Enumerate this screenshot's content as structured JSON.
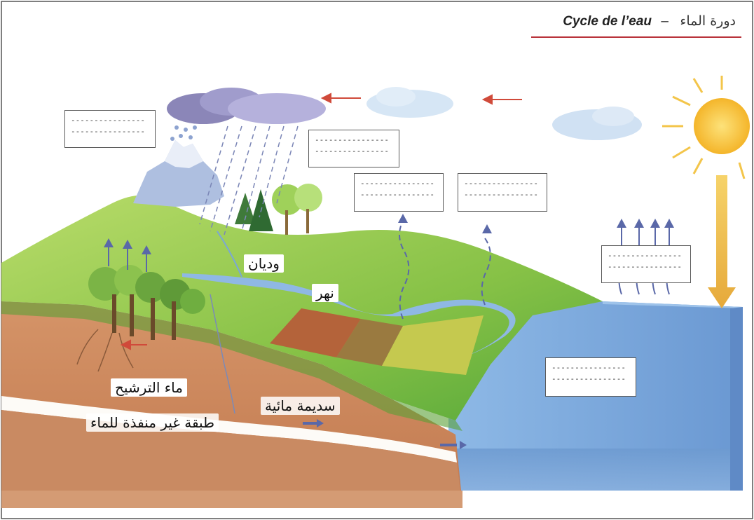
{
  "title": {
    "french": "Cycle de l’eau",
    "dash": "–",
    "arabic": "دورة الماء"
  },
  "labels": {
    "valleys": "وديان",
    "river": "نهر",
    "infiltration": "ماء الترشيح",
    "aquifer": "سديمة مائية",
    "impermeable_layer": "طبقة غير منفذة للماء"
  },
  "blank_boxes": [
    {
      "line1": "----------------",
      "line2": "----------------"
    },
    {
      "line1": "----------------",
      "line2": "----------------"
    },
    {
      "line1": "----------------",
      "line2": "----------------"
    },
    {
      "line1": "----------------",
      "line2": "----------------"
    },
    {
      "line1": "----------------",
      "line2": "----------------"
    },
    {
      "line1": "----------------",
      "line2": "----------------"
    }
  ],
  "colors": {
    "title_underline": "#b8323a",
    "sea": "#6f9fd6",
    "grass": "#8cc63f",
    "soil": "#c8835a",
    "sun": "#f7c531",
    "evaporation_arrow": "#5a68a8",
    "wind_arrow": "#d04a3a"
  }
}
